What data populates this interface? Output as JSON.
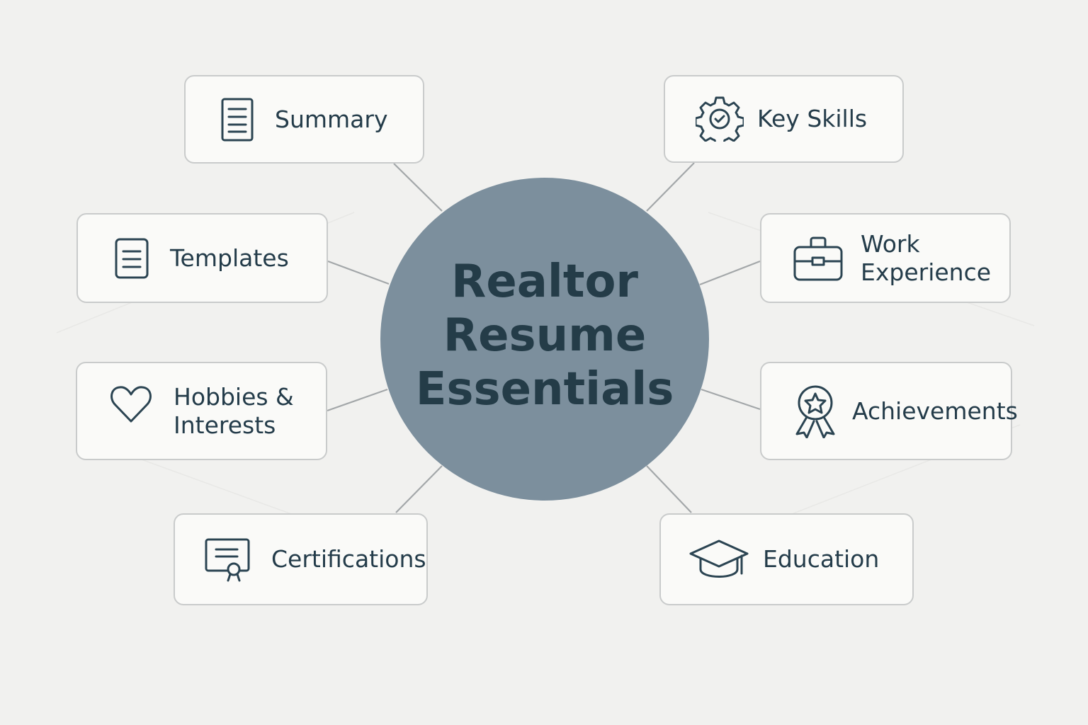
{
  "diagram": {
    "title": "Realtor Resume Essentials",
    "title_lines": [
      "Realtor",
      "Resume",
      "Essentials"
    ],
    "colors": {
      "background": "#f1f1ef",
      "hub_fill": "#7c8f9d",
      "hub_text": "#243c48",
      "node_fill": "#fafaf8",
      "node_border": "#c9cbcb",
      "text": "#243c4a",
      "connector": "#a3a7a9"
    },
    "nodes": [
      {
        "id": "summary",
        "label": "Summary",
        "icon": "document-lines-icon",
        "side": "left"
      },
      {
        "id": "templates",
        "label": "Templates",
        "icon": "template-list-icon",
        "side": "left"
      },
      {
        "id": "hobbies",
        "label": "Hobbies &\nInterests",
        "icon": "heart-icon",
        "side": "left"
      },
      {
        "id": "certifications",
        "label": "Certifications",
        "icon": "certificate-icon",
        "side": "left"
      },
      {
        "id": "key-skills",
        "label": "Key Skills",
        "icon": "gear-check-icon",
        "side": "right"
      },
      {
        "id": "work-experience",
        "label": "Work\nExperience",
        "icon": "briefcase-icon",
        "side": "right"
      },
      {
        "id": "achievements",
        "label": "Achievements",
        "icon": "award-ribbon-icon",
        "side": "right"
      },
      {
        "id": "education",
        "label": "Education",
        "icon": "graduation-cap-icon",
        "side": "right"
      }
    ]
  }
}
